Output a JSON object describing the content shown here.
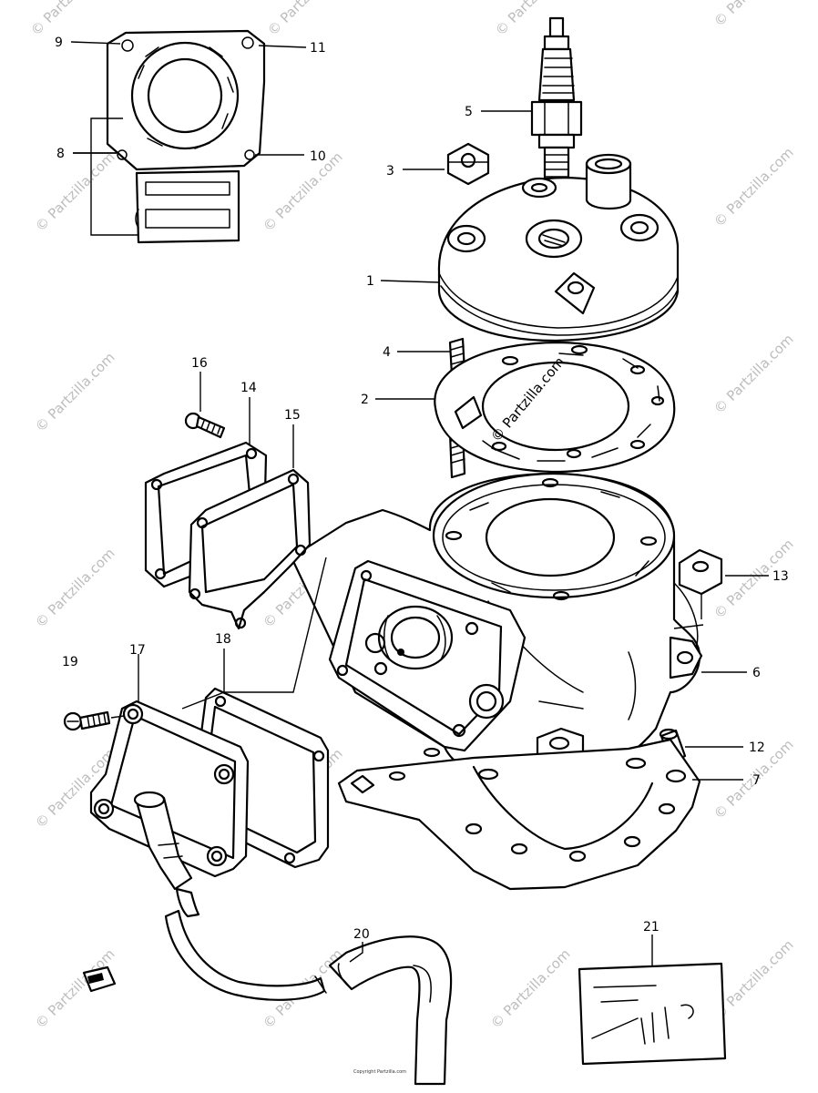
{
  "watermark": "© Partzilla.com",
  "copyright_note": "Copyright Partzilla.com",
  "callouts": [
    {
      "id": "9",
      "text": "9"
    },
    {
      "id": "11",
      "text": "11"
    },
    {
      "id": "8",
      "text": "8"
    },
    {
      "id": "10",
      "text": "10"
    },
    {
      "id": "5",
      "text": "5"
    },
    {
      "id": "3",
      "text": "3"
    },
    {
      "id": "1",
      "text": "1"
    },
    {
      "id": "4",
      "text": "4"
    },
    {
      "id": "2",
      "text": "2"
    },
    {
      "id": "16",
      "text": "16"
    },
    {
      "id": "14",
      "text": "14"
    },
    {
      "id": "15",
      "text": "15"
    },
    {
      "id": "13",
      "text": "13"
    },
    {
      "id": "6",
      "text": "6"
    },
    {
      "id": "19",
      "text": "19"
    },
    {
      "id": "17",
      "text": "17"
    },
    {
      "id": "18",
      "text": "18"
    },
    {
      "id": "12",
      "text": "12"
    },
    {
      "id": "7",
      "text": "7"
    },
    {
      "id": "20",
      "text": "20"
    },
    {
      "id": "21",
      "text": "21"
    }
  ]
}
